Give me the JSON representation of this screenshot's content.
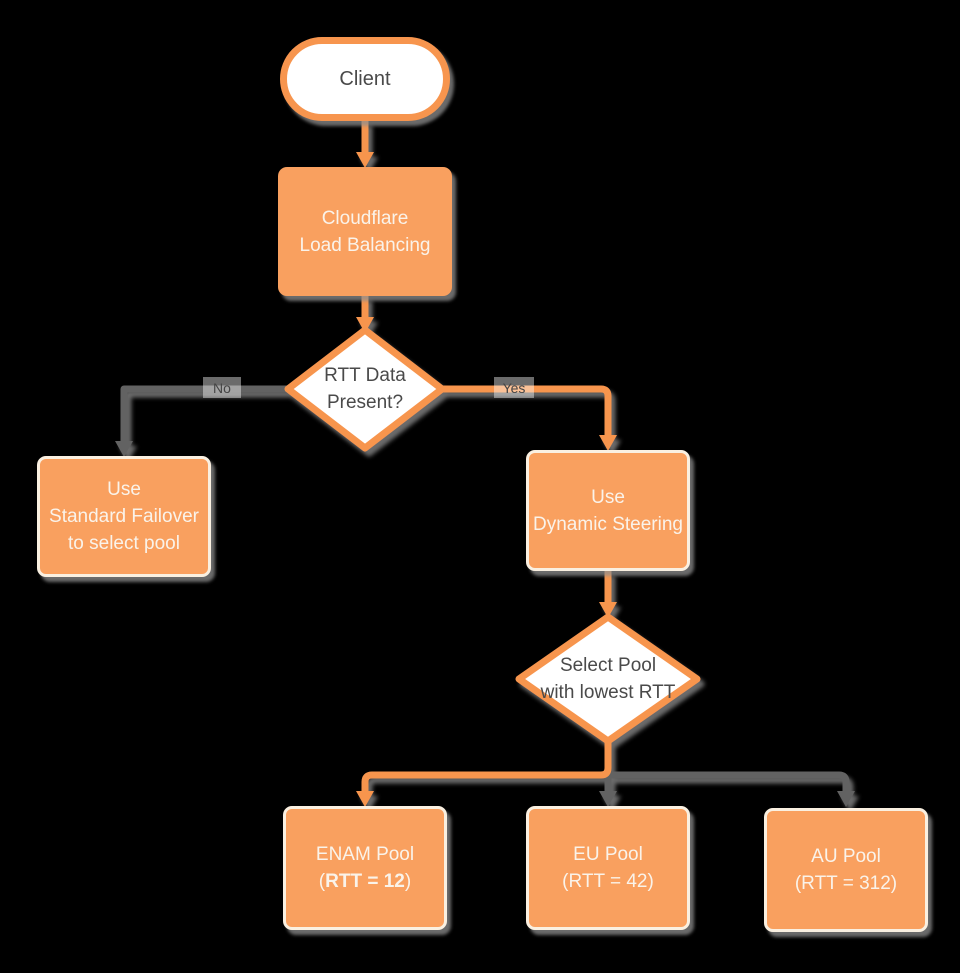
{
  "diagram": {
    "description": "Cloudflare Load Balancing dynamic steering flowchart",
    "colors": {
      "background": "#000000",
      "node_fill_orange": "#f9a05f",
      "accent_stroke_orange": "#f7954e",
      "connector_gray": "#626262",
      "shadow_gray": "#8f8f8f",
      "text_on_orange": "#faf3ea",
      "text_dark": "#4a4a4a",
      "cream_border": "#faf0e1"
    },
    "nodes": {
      "client": {
        "label": "Client"
      },
      "load_balancing": {
        "line1": "Cloudflare",
        "line2": "Load Balancing"
      },
      "rtt_decision": {
        "line1": "RTT Data",
        "line2": "Present?"
      },
      "standard_failover": {
        "line1": "Use",
        "line2": "Standard Failover",
        "line3": "to select pool"
      },
      "dynamic_steering": {
        "line1": "Use",
        "line2": "Dynamic Steering"
      },
      "select_pool": {
        "line1": "Select Pool",
        "line2": "with lowest RTT"
      },
      "enam_pool": {
        "line1": "ENAM Pool",
        "line2_open": "(",
        "line2_bold": "RTT = 12",
        "line2_close": ")"
      },
      "eu_pool": {
        "line1": "EU Pool",
        "line2": "(RTT = 42)"
      },
      "au_pool": {
        "line1": "AU Pool",
        "line2": "(RTT = 312)"
      }
    },
    "edges": {
      "no_label": "No",
      "yes_label": "Yes"
    }
  }
}
